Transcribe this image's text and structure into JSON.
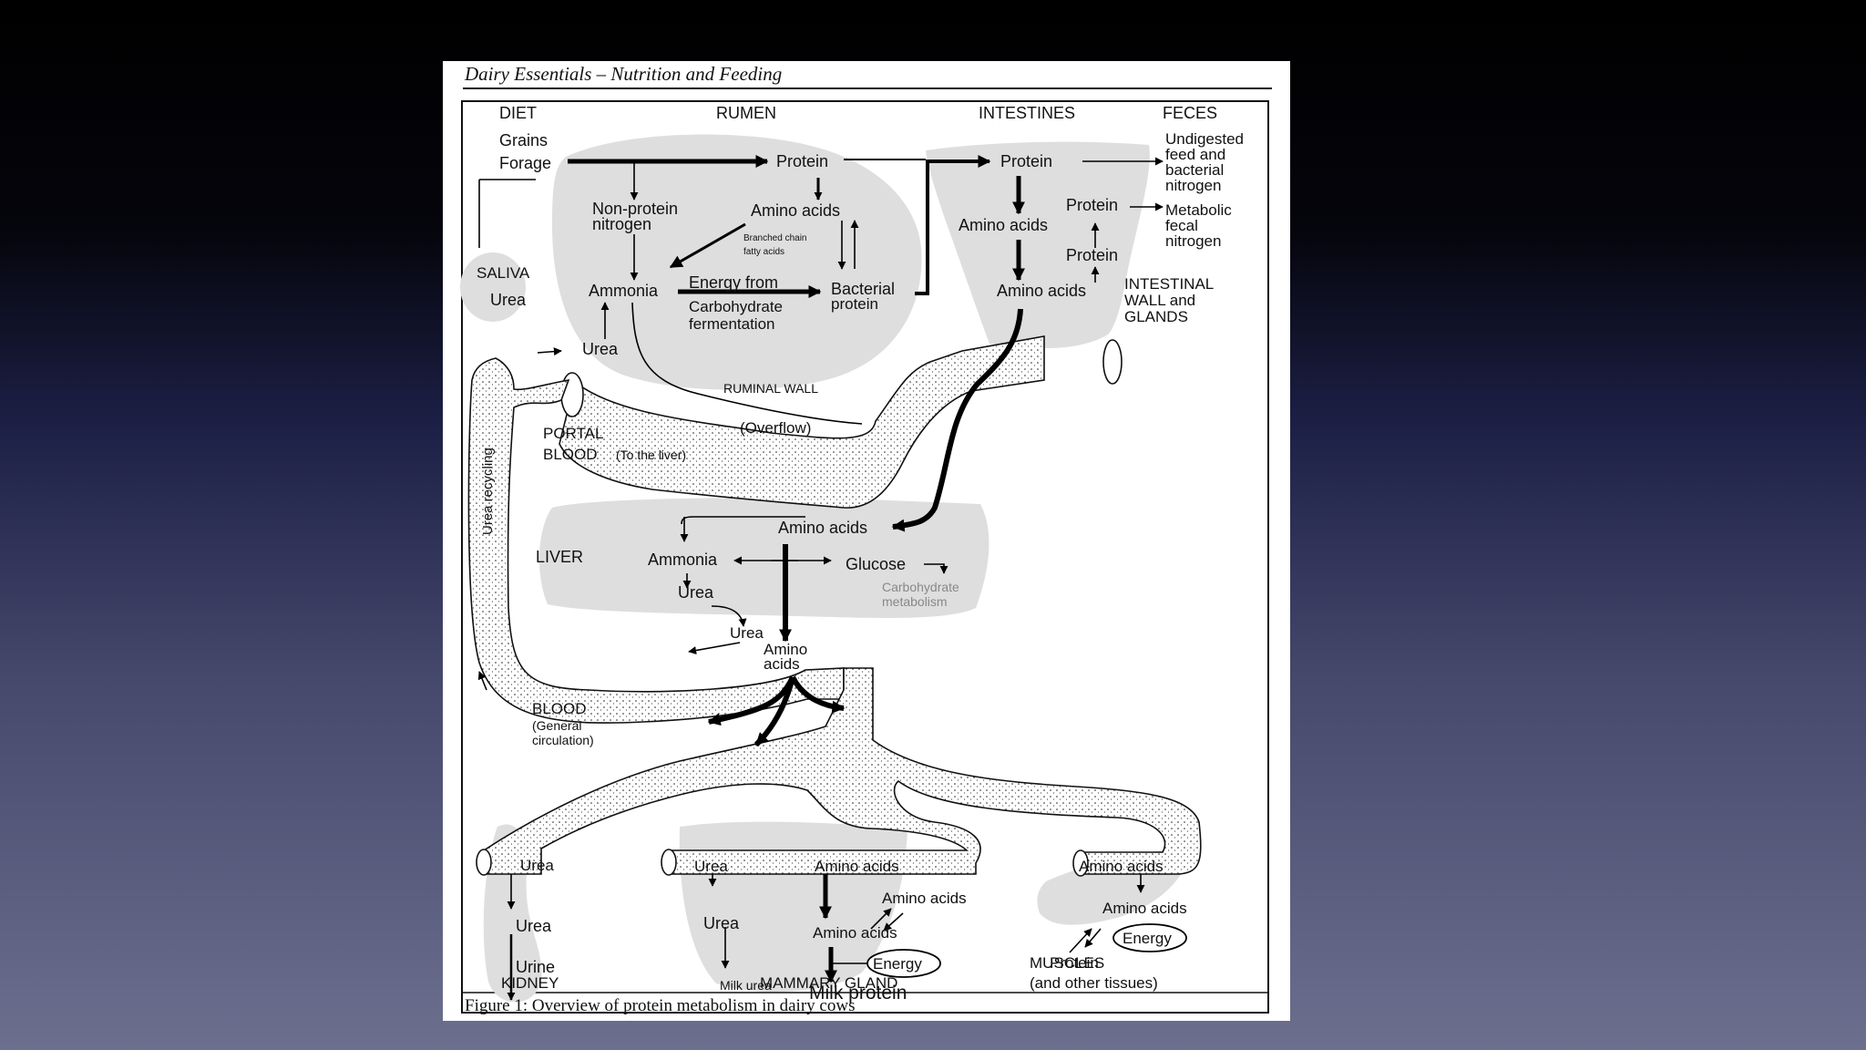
{
  "header": "Dairy Essentials – Nutrition and Feeding",
  "caption": "Figure 1:  Overview of protein metabolism in dairy cows",
  "sections": {
    "diet": "DIET",
    "rumen": "RUMEN",
    "intestines": "INTESTINES",
    "feces": "FECES",
    "saliva": "SALIVA",
    "intestinal_wall_1": "INTESTINAL",
    "intestinal_wall_2": "WALL and",
    "intestinal_wall_3": "GLANDS",
    "ruminal_wall": "RUMINAL WALL",
    "portal_1": "PORTAL",
    "portal_2": "BLOOD",
    "portal_3": "(To the liver)",
    "liver": "LIVER",
    "blood_1": "BLOOD",
    "blood_2": "(General",
    "blood_3": "circulation)",
    "kidney": "KIDNEY",
    "mammary": "MAMMARY GLAND",
    "muscles_1": "MUSCLES",
    "muscles_2": "(and other tissues)",
    "urea_recycling": "Urea recycling"
  },
  "labels": {
    "grains": "Grains",
    "forage": "Forage",
    "rumen_protein": "Protein",
    "npn_1": "Non-protein",
    "npn_2": "nitrogen",
    "rumen_amino_acids": "Amino acids",
    "bcfa_1": "Branched chain",
    "bcfa_2": "fatty acids",
    "ammonia": "Ammonia",
    "energy_1": "Energy from",
    "energy_2": "Carbohydrate",
    "energy_3": "fermentation",
    "bacterial_1": "Bacterial",
    "bacterial_2": "protein",
    "rumen_urea": "Urea",
    "saliva_urea": "Urea",
    "int_protein": "Protein",
    "int_amino_acids": "Amino acids",
    "int_protein2": "Protein",
    "int_protein3": "Protein",
    "int_amino_acids2": "Amino acids",
    "undigested_1": "Undigested",
    "undigested_2": "feed and",
    "undigested_3": "bacterial",
    "undigested_4": "nitrogen",
    "metabolic_1": "Metabolic",
    "metabolic_2": "fecal",
    "metabolic_3": "nitrogen",
    "overflow": "(Overflow)",
    "liver_amino_acids": "Amino acids",
    "liver_ammonia": "Ammonia",
    "glucose": "Glucose",
    "carb_1": "Carbohydrate",
    "carb_2": "metabolism",
    "liver_urea": "Urea",
    "blood_urea": "Urea",
    "blood_amino_1": "Amino",
    "blood_amino_2": "acids",
    "kidney_urea_vessel": "Urea",
    "kidney_urea": "Urea",
    "urine": "Urine",
    "mg_urea_vessel": "Urea",
    "mg_amino_vessel": "Amino acids",
    "mg_urea": "Urea",
    "mg_amino_1": "Amino acids",
    "mg_amino_2": "Amino acids",
    "mg_energy": "Energy",
    "milk_urea": "Milk urea",
    "milk_protein": "Milk protein",
    "mu_amino_vessel": "Amino acids",
    "mu_amino": "Amino acids",
    "mu_energy": "Energy",
    "mu_protein": "Protein"
  }
}
